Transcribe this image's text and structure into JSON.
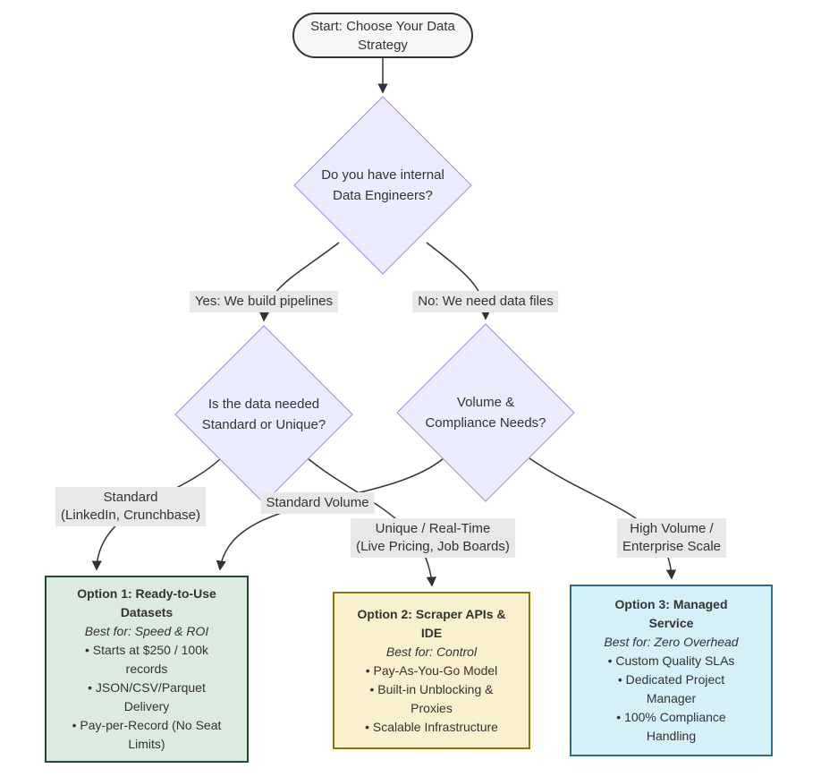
{
  "diagram": {
    "title_hint": "Data strategy decision flowchart",
    "start": {
      "lines": [
        "Start: Choose Your Data",
        "Strategy"
      ]
    },
    "decisions": [
      {
        "id": "internal-engineers",
        "lines": [
          "Do you have internal",
          "Data Engineers?"
        ]
      },
      {
        "id": "standard-or-unique",
        "lines": [
          "Is the data needed",
          "Standard or Unique?"
        ]
      },
      {
        "id": "volume-compliance",
        "lines": [
          "Volume &",
          "Compliance Needs?"
        ]
      }
    ],
    "edge_labels": [
      {
        "id": "yes",
        "lines": [
          "Yes: We build pipelines"
        ]
      },
      {
        "id": "no",
        "lines": [
          "No: We need data files"
        ]
      },
      {
        "id": "standard",
        "lines": [
          "Standard",
          "(LinkedIn, Crunchbase)"
        ]
      },
      {
        "id": "standard-volume",
        "lines": [
          "Standard Volume"
        ]
      },
      {
        "id": "unique-realtime",
        "lines": [
          "Unique / Real-Time",
          "(Live Pricing, Job Boards)"
        ]
      },
      {
        "id": "high-volume",
        "lines": [
          "High Volume /",
          "Enterprise Scale"
        ]
      }
    ],
    "options": [
      {
        "title": "Option 1: Ready-to-Use Datasets",
        "best_for": "Best for: Speed & ROI",
        "bullets": [
          "• Starts at $250 / 100k records",
          "• JSON/CSV/Parquet Delivery",
          "• Pay-per-Record (No Seat Limits)"
        ]
      },
      {
        "title": "Option 2: Scraper APIs & IDE",
        "best_for": "Best for: Control",
        "bullets": [
          "• Pay-As-You-Go Model",
          "• Built-in Unblocking & Proxies",
          "• Scalable Infrastructure"
        ]
      },
      {
        "title": "Option 3: Managed Service",
        "best_for": "Best for: Zero Overhead",
        "bullets": [
          "• Custom Quality SLAs",
          "• Dedicated Project Manager",
          "• 100% Compliance Handling"
        ]
      }
    ],
    "colors": {
      "decision_fill": "#ECECFF",
      "decision_border": "#9f8fdb",
      "start_fill": "#f7f7f9",
      "start_border": "#333333",
      "edge_stroke": "#333333",
      "edge_label_bg": "#e8e8e8",
      "option1_fill": "#dcebe0",
      "option1_border": "#1e4b32",
      "option2_fill": "#f9f0cd",
      "option2_border": "#8c7500",
      "option3_fill": "#d6f0f8",
      "option3_border": "#2d6e8c",
      "text": "#333333"
    }
  }
}
